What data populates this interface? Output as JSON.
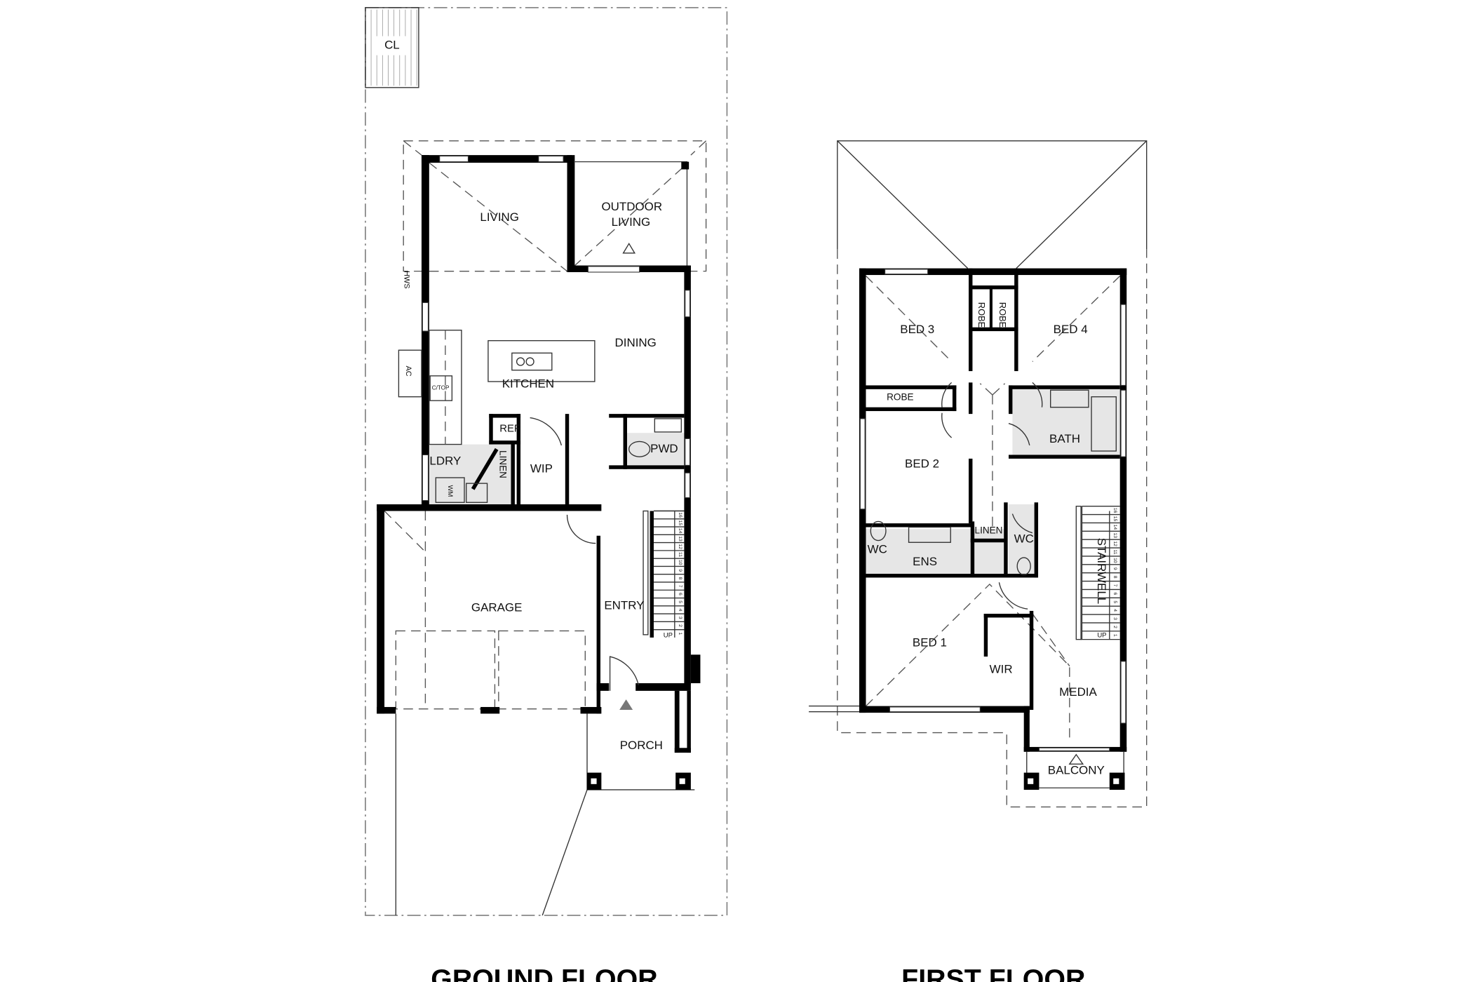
{
  "colors": {
    "wall": "#000000",
    "wet_area_shade": "#e6e6e6",
    "line": "#333333"
  },
  "ground_floor": {
    "title": "GROUND FLOOR",
    "rooms": {
      "cl": "CL",
      "living": "LIVING",
      "outdoor_living_1": "OUTDOOR",
      "outdoor_living_2": "LIVING",
      "dining": "DINING",
      "kitchen": "KITCHEN",
      "ref": "REF",
      "ldry": "LDRY",
      "linen": "LINEN",
      "wip": "WIP",
      "pwd": "PWD",
      "garage": "GARAGE",
      "entry": "ENTRY",
      "porch": "PORCH"
    },
    "fixtures": {
      "ac": "AC",
      "ctop": "C/TOP",
      "hws": "HWS",
      "wm": "WM",
      "up": "UP"
    },
    "stair_steps": [
      "1",
      "2",
      "3",
      "4",
      "5",
      "6",
      "7",
      "8",
      "9",
      "10",
      "11",
      "12",
      "13",
      "14",
      "15",
      "16"
    ]
  },
  "first_floor": {
    "title": "FIRST FLOOR",
    "rooms": {
      "bed3": "BED 3",
      "robe_a": "ROBE",
      "robe_b": "ROBE",
      "bed4": "BED 4",
      "robe_c": "ROBE",
      "bath": "BATH",
      "bed2": "BED 2",
      "wc_ens": "WC",
      "ens": "ENS",
      "linen": "LINEN",
      "wc": "WC",
      "stairwell": "STAIRWELL",
      "bed1": "BED 1",
      "wir": "WIR",
      "media": "MEDIA",
      "balcony": "BALCONY"
    },
    "fixtures": {
      "up": "UP"
    },
    "stair_steps": [
      "1",
      "2",
      "3",
      "4",
      "5",
      "6",
      "7",
      "8",
      "9",
      "10",
      "11",
      "12",
      "13",
      "14",
      "15",
      "16"
    ]
  }
}
